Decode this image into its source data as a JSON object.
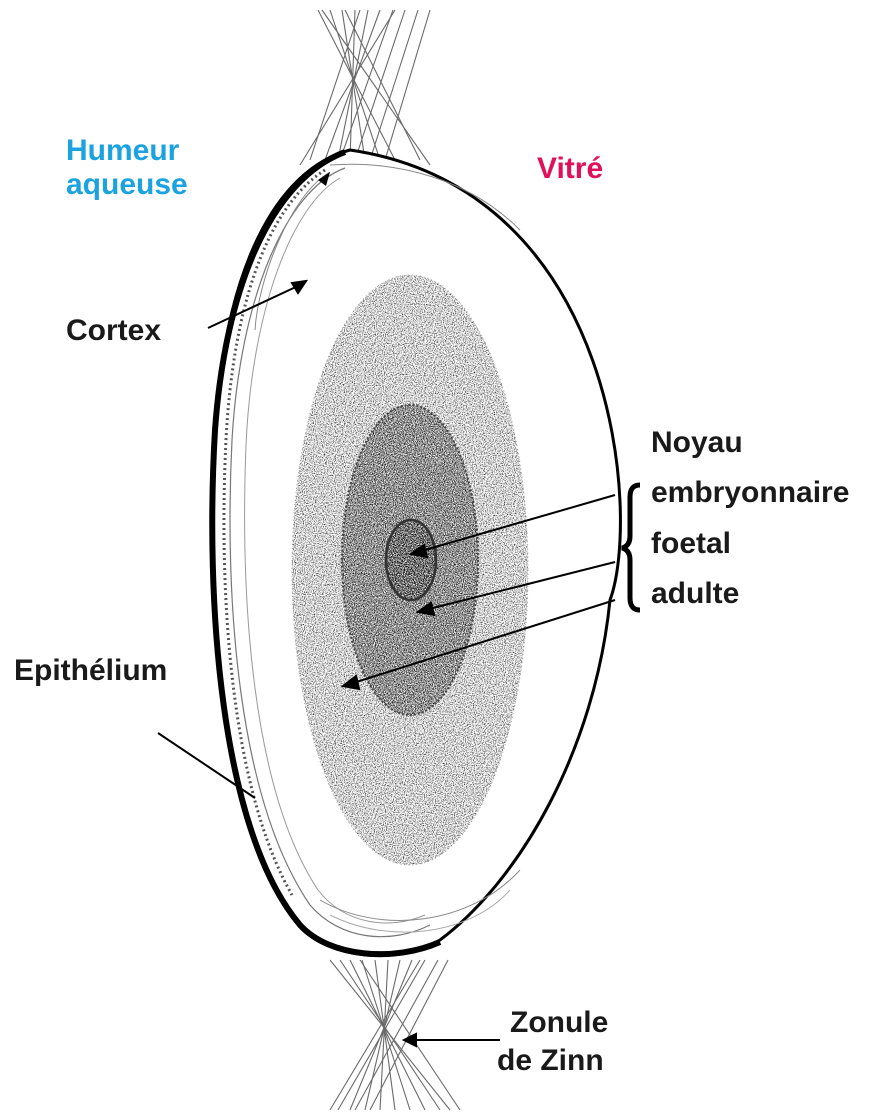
{
  "labels": {
    "humeur_line1": "Humeur",
    "humeur_line2": "aqueuse",
    "vitre": "Vitré",
    "cortex": "Cortex",
    "noyau": "Noyau",
    "embryonnaire": "embryonnaire",
    "foetal": "foetal",
    "adulte": "adulte",
    "epithelium": "Epithélium",
    "zonule_line1": "Zonule",
    "zonule_line2": "de Zinn"
  },
  "colors": {
    "humeur": "#1aa3e0",
    "vitre": "#e0105a",
    "text": "#1a1a1a",
    "outline": "#000000",
    "nucleus_fill": "#b5b5b5",
    "fibers": "#6a6a6a"
  }
}
